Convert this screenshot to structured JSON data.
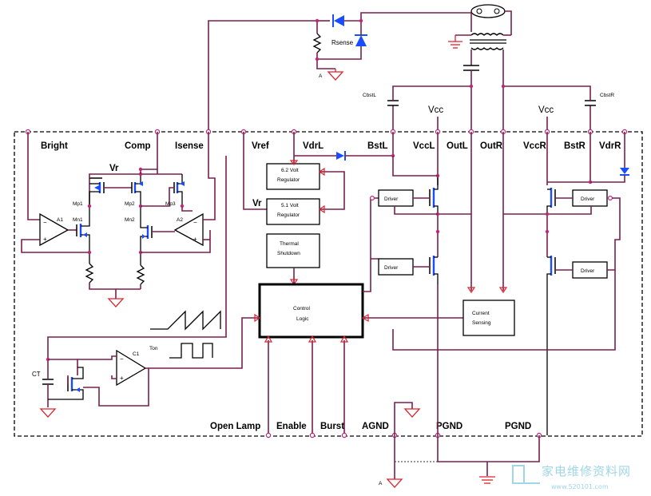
{
  "pins": {
    "bright": "Bright",
    "comp": "Comp",
    "isense": "Isense",
    "vref": "Vref",
    "vdrl": "VdrL",
    "bstl": "BstL",
    "vccl": "VccL",
    "outl": "OutL",
    "outr": "OutR",
    "vccr": "VccR",
    "bstr": "BstR",
    "vdrr": "VdrR",
    "open_lamp": "Open Lamp",
    "enable": "Enable",
    "burst": "Burst",
    "agnd": "AGND",
    "pgnd1": "PGND",
    "pgnd2": "PGND"
  },
  "external": {
    "rsense": "Rsense",
    "node_a_top": "A",
    "node_a_bottom": "A",
    "cbstl": "CbstL",
    "cbstr": "CbstR",
    "vcc_left": "Vcc",
    "vcc_right": "Vcc",
    "ct": "CT"
  },
  "internal": {
    "vr_top": "Vr",
    "vr_mid": "Vr",
    "mp1": "Mp1",
    "mp2": "Mp2",
    "mp3": "Mp3",
    "mn1": "Mn1",
    "mn2": "Mn2",
    "a1": "A1",
    "a2": "A2",
    "c1": "C1",
    "ton": "Ton"
  },
  "blocks": {
    "reg62_line1": "6.2 Volt",
    "reg62_line2": "Regulator",
    "reg51_line1": "5.1 Volt",
    "reg51_line2": "Regulator",
    "thermal_line1": "Thermal",
    "thermal_line2": "Shutdown",
    "control_line1": "Control",
    "control_line2": "Logic",
    "current_line1": "Current",
    "current_line2": "Sensing",
    "driver_tl": "Driver",
    "driver_bl": "Driver",
    "driver_tr": "Driver",
    "driver_br": "Driver"
  },
  "watermark": {
    "cn": "家电维修资料网",
    "url": "www.520101.com"
  }
}
